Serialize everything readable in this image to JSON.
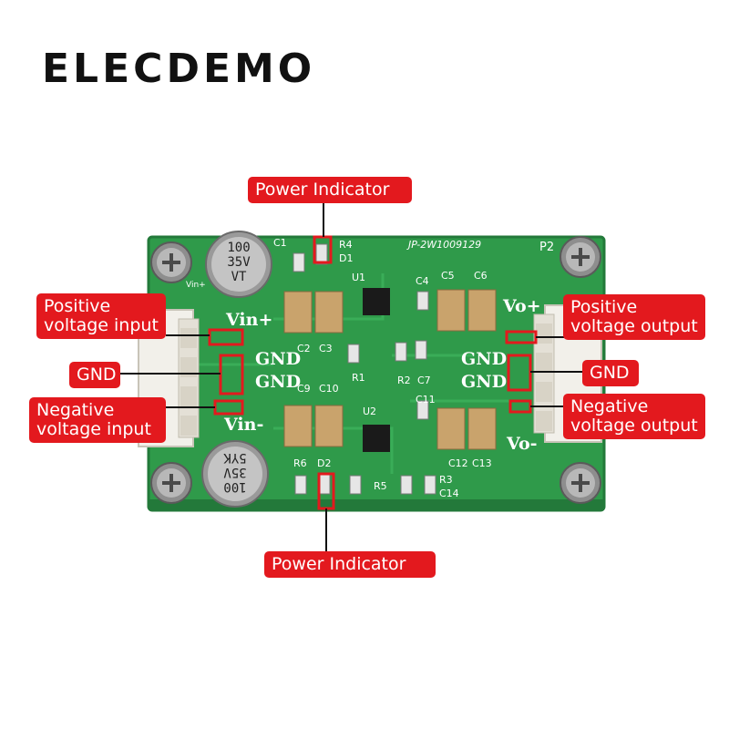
{
  "brand": "ELECDEMO",
  "colors": {
    "board": "#2f9a4a",
    "board_edge": "#23793a",
    "callout": "#e3191e",
    "silk": "#ffffff"
  },
  "callouts": {
    "power_top": "Power Indicator",
    "power_bottom": "Power Indicator",
    "pos_in_1": "Positive",
    "pos_in_2": "voltage input",
    "gnd_left": "GND",
    "neg_in_1": "Negative",
    "neg_in_2": "voltage input",
    "pos_out_1": "Positive",
    "pos_out_2": "voltage output",
    "gnd_right": "GND",
    "neg_out_1": "Negative",
    "neg_out_2": "voltage output"
  },
  "silk": {
    "vin_plus": "Vin+",
    "vin_minus": "Vin-",
    "vo_plus": "Vo+",
    "vo_minus": "Vo-",
    "gnd1": "GND",
    "gnd2": "GND",
    "gnd3": "GND",
    "gnd4": "GND",
    "part_no": "JP-2W1009129",
    "p2": "P2",
    "vin_small": "Vin+",
    "u1": "U1",
    "u2": "U2",
    "r1": "R1",
    "r2": "R2",
    "r3": "R3",
    "r4": "R4",
    "r5": "R5",
    "r6": "R6",
    "d1": "D1",
    "d2": "D2",
    "c1": "C1",
    "c2": "C2",
    "c3": "C3",
    "c4": "C4",
    "c5": "C5",
    "c6": "C6",
    "c7": "C7",
    "c9": "C9",
    "c10": "C10",
    "c11": "C11",
    "c12": "C12",
    "c13": "C13",
    "c14": "C14"
  },
  "capacitors": {
    "top": [
      "100",
      "35V",
      "VT"
    ],
    "bottom": [
      "100",
      "35V",
      "5YK"
    ]
  }
}
